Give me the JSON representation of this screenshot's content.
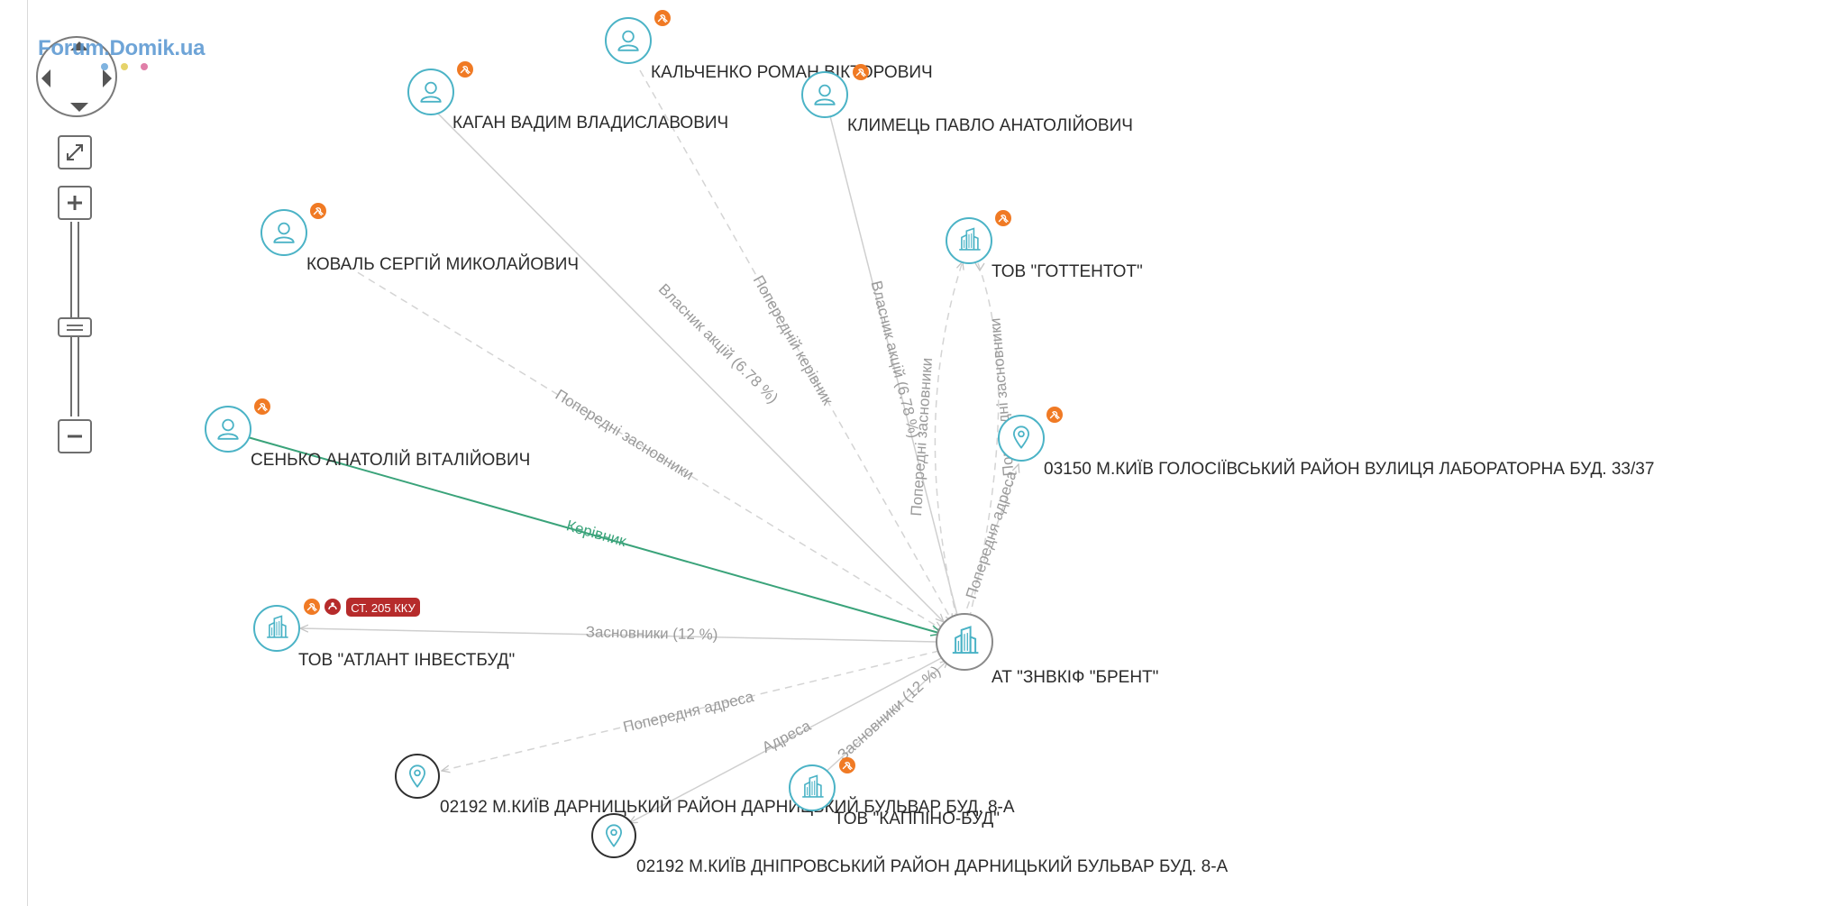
{
  "watermark": {
    "text": "Forum.Domik.ua",
    "color": "#5f9bd3",
    "dot_colors": [
      "#7fb3e0",
      "#e6d36a",
      "#e07fa8"
    ]
  },
  "controls": {
    "pan_icon": "pan-arrows-icon",
    "fit_icon": "expand-icon",
    "zoom_in_icon": "plus-icon",
    "zoom_out_icon": "minus-icon"
  },
  "colors": {
    "node_outline": "#4bb3c6",
    "node_outline_dark": "#2f2f2f",
    "badge_orange": "#f07a24",
    "badge_red": "#b62b2b",
    "edge_gray": "#cfcfcf",
    "edge_green": "#3aa37a"
  },
  "nodes": [
    {
      "id": "brent",
      "type": "company",
      "label": "АТ \"ЗНВКІФ \"БРЕНТ\"",
      "badges": []
    },
    {
      "id": "kalchenko",
      "type": "person",
      "label": "КАЛЬЧЕНКО РОМАН ВІКТОРОВИЧ",
      "badges": [
        "orange"
      ]
    },
    {
      "id": "kagan",
      "type": "person",
      "label": "КАГАН ВАДИМ ВЛАДИСЛАВОВИЧ",
      "badges": [
        "orange"
      ]
    },
    {
      "id": "klymets",
      "type": "person",
      "label": "КЛИМЕЦЬ ПАВЛО АНАТОЛІЙОВИЧ",
      "badges": [
        "orange"
      ]
    },
    {
      "id": "koval",
      "type": "person",
      "label": "КОВАЛЬ СЕРГІЙ МИКОЛАЙОВИЧ",
      "badges": [
        "orange"
      ]
    },
    {
      "id": "hottentot",
      "type": "company",
      "label": "ТОВ \"ГОТТЕНТОТ\"",
      "badges": [
        "orange"
      ]
    },
    {
      "id": "addr_labor",
      "type": "address",
      "label": "03150 М.КИЇВ ГОЛОСІЇВСЬКИЙ РАЙОН ВУЛИЦЯ ЛАБОРАТОРНА БУД. 33/37",
      "badges": [
        "orange"
      ]
    },
    {
      "id": "senko",
      "type": "person",
      "label": "СЕНЬКО АНАТОЛІЙ ВІТАЛІЙОВИЧ",
      "badges": [
        "orange"
      ]
    },
    {
      "id": "atlant",
      "type": "company",
      "label": "ТОВ \"АТЛАНТ ІНВЕСТБУД\"",
      "badges": [
        "orange",
        "red-circle",
        "СТ. 205 ККУ"
      ]
    },
    {
      "id": "addr_darn",
      "type": "address",
      "label": "02192 М.КИЇВ ДАРНИЦЬКИЙ РАЙОН ДАРНИЦЬКИЙ БУЛЬВАР БУД. 8-А",
      "badges": []
    },
    {
      "id": "kappino",
      "type": "company",
      "label": "ТОВ \"КАППІНО-БУД\"",
      "badges": [
        "orange"
      ]
    },
    {
      "id": "addr_dnipro",
      "type": "address",
      "label": "02192 М.КИЇВ ДНІПРОВСЬКИЙ РАЙОН ДАРНИЦЬКИЙ БУЛЬВАР БУД. 8-А",
      "badges": []
    }
  ],
  "edges": [
    {
      "from": "kagan",
      "to": "brent",
      "label": "Власник акцій (6.78 %)",
      "style": "solid"
    },
    {
      "from": "kalchenko",
      "to": "brent",
      "label": "Попередній керівник",
      "style": "dashed"
    },
    {
      "from": "klymets",
      "to": "brent",
      "label": "Власник акцій (6.78 %)",
      "style": "solid"
    },
    {
      "from": "koval",
      "to": "brent",
      "label": "Попередні засновники",
      "style": "dashed"
    },
    {
      "from": "brent",
      "to": "hottentot",
      "label": "Попередні засновники",
      "style": "dashed"
    },
    {
      "from": "hottentot",
      "to": "brent",
      "label": "Попередні засновники",
      "style": "dashed"
    },
    {
      "from": "brent",
      "to": "addr_labor",
      "label": "Попередня адреса",
      "style": "dashed"
    },
    {
      "from": "senko",
      "to": "brent",
      "label": "Керівник",
      "style": "green"
    },
    {
      "from": "brent",
      "to": "atlant",
      "label": "Засновники (12 %)",
      "style": "solid"
    },
    {
      "from": "brent",
      "to": "addr_darn",
      "label": "Попередня адреса",
      "style": "dashed"
    },
    {
      "from": "brent",
      "to": "addr_dnipro",
      "label": "Адреса",
      "style": "solid"
    },
    {
      "from": "kappino",
      "to": "brent",
      "label": "Засновники (12 %)",
      "style": "solid"
    }
  ]
}
